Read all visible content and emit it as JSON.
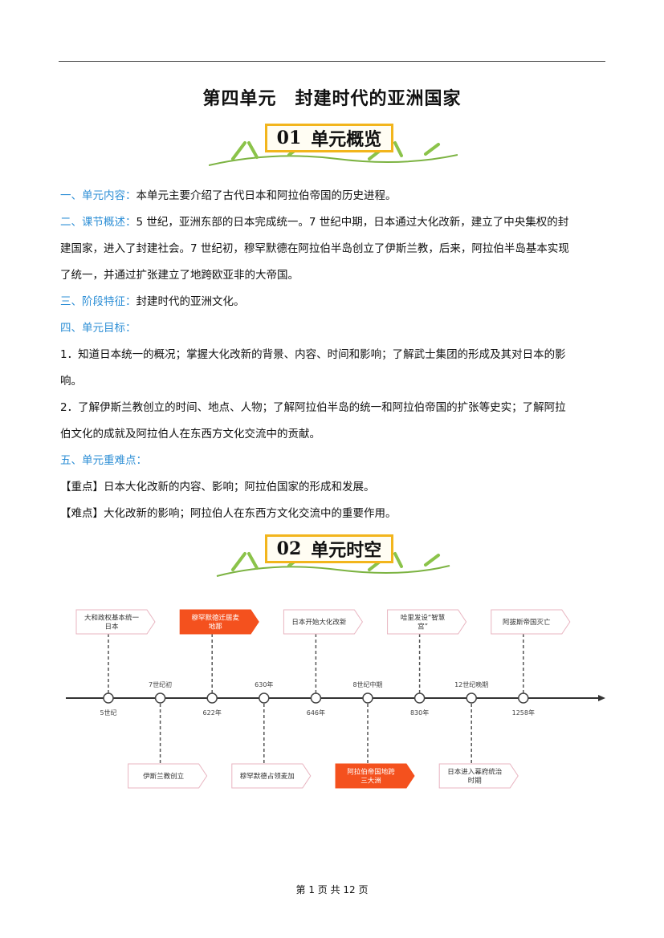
{
  "title": "第四单元　封建时代的亚洲国家",
  "banner1": {
    "num": "01",
    "label": "单元概览"
  },
  "banner2": {
    "num": "02",
    "label": "单元时空"
  },
  "content": {
    "s1_head": "一、单元内容：",
    "s1_text": "本单元主要介绍了古代日本和阿拉伯帝国的历史进程。",
    "s2_head": "二、课节概述：",
    "s2_text1": "5 世纪，亚洲东部的日本完成统一。7 世纪中期，日本通过大化改新，建立了中央集权的封",
    "s2_text2": "建国家，进入了封建社会。7 世纪初，穆罕默德在阿拉伯半岛创立了伊斯兰教，后来，阿拉伯半岛基本实现",
    "s2_text3": "了统一，并通过扩张建立了地跨欧亚非的大帝国。",
    "s3_head": "三、阶段特征：",
    "s3_text": "封建时代的亚洲文化。",
    "s4_head": "四、单元目标：",
    "s4_item1a": "1．知道日本统一的概况；掌握大化改新的背景、内容、时间和影响；了解武士集团的形成及其对日本的影",
    "s4_item1b": "响。",
    "s4_item2a": "2．了解伊斯兰教创立的时间、地点、人物；了解阿拉伯半岛的统一和阿拉伯帝国的扩张等史实；了解阿拉",
    "s4_item2b": "伯文化的成就及阿拉伯人在东西方文化交流中的贡献。",
    "s5_head": "五、单元重难点：",
    "key_label": "【重点】",
    "key_text": "日本大化改新的内容、影响；阿拉伯国家的形成和发展。",
    "diff_label": "【难点】",
    "diff_text": "大化改新的影响；阿拉伯人在东西方文化交流中的重要作用。"
  },
  "timeline": {
    "colors": {
      "highlight": "#f4511e",
      "border": "#e8b4c0",
      "axis": "#333333"
    },
    "events": [
      {
        "date": "5世纪",
        "event": [
          "大和政权基本统一",
          "日本"
        ],
        "side": "top",
        "highlight": false
      },
      {
        "date": "7世纪初",
        "event": [
          "伊斯兰教创立"
        ],
        "side": "bottom",
        "highlight": false
      },
      {
        "date": "622年",
        "event": [
          "穆罕默德迁居麦",
          "地那"
        ],
        "side": "top",
        "highlight": true
      },
      {
        "date": "630年",
        "event": [
          "穆罕默德占领麦加"
        ],
        "side": "bottom",
        "highlight": false
      },
      {
        "date": "646年",
        "event": [
          "日本开始大化改新"
        ],
        "side": "top",
        "highlight": false
      },
      {
        "date": "8世纪中期",
        "event": [
          "阿拉伯帝国地跨",
          "三大洲"
        ],
        "side": "bottom",
        "highlight": true
      },
      {
        "date": "830年",
        "event": [
          "哈里发设“智慧",
          "宫”"
        ],
        "side": "top",
        "highlight": false
      },
      {
        "date": "12世纪晚期",
        "event": [
          "日本进入幕府统治",
          "时期"
        ],
        "side": "bottom",
        "highlight": false
      },
      {
        "date": "1258年",
        "event": [
          "阿拔斯帝国灭亡"
        ],
        "side": "top",
        "highlight": false
      }
    ]
  },
  "footer": "第 1 页 共 12 页"
}
